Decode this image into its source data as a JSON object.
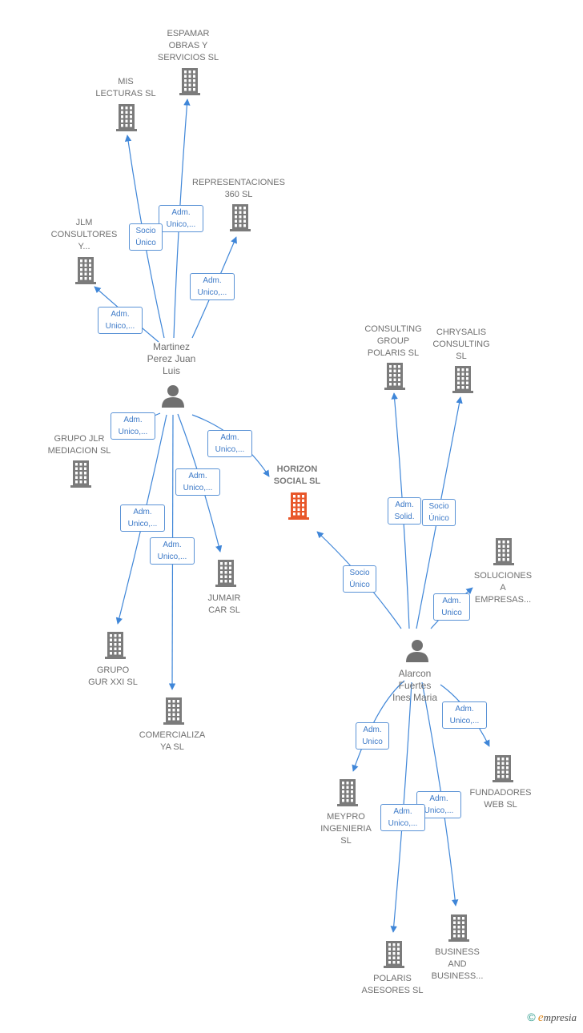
{
  "colors": {
    "edge": "#3f86d8",
    "building": "#7b7b7b",
    "focus": "#e8572a",
    "person": "#707070"
  },
  "nodes": [
    {
      "id": "espamar",
      "type": "company",
      "label": "ESPAMAR\nOBRAS Y\nSERVICIOS  SL"
    },
    {
      "id": "mislecturas",
      "type": "company",
      "label": "MIS\nLECTURAS SL"
    },
    {
      "id": "representaciones",
      "type": "company",
      "label": "REPRESENTACIONES\n360  SL"
    },
    {
      "id": "jlm",
      "type": "company",
      "label": "JLM\nCONSULTORES\nY..."
    },
    {
      "id": "martinez",
      "type": "person",
      "label": "Martinez\nPerez Juan\nLuis"
    },
    {
      "id": "grupojlr",
      "type": "company",
      "label": "GRUPO JLR\nMEDIACION  SL"
    },
    {
      "id": "horizon",
      "type": "focus",
      "label": "HORIZON\nSOCIAL  SL"
    },
    {
      "id": "jumair",
      "type": "company",
      "label": "JUMAIR\nCAR  SL"
    },
    {
      "id": "grupogur",
      "type": "company",
      "label": "GRUPO\nGUR XXI  SL"
    },
    {
      "id": "comercializa",
      "type": "company",
      "label": "COMERCIALIZA\nYA  SL"
    },
    {
      "id": "consulting",
      "type": "company",
      "label": "CONSULTING\nGROUP\nPOLARIS  SL"
    },
    {
      "id": "chrysalis",
      "type": "company",
      "label": "CHRYSALIS\nCONSULTING\nSL"
    },
    {
      "id": "soluciones",
      "type": "company",
      "label": "SOLUCIONES\nA\nEMPRESAS..."
    },
    {
      "id": "alarcon",
      "type": "person",
      "label": "Alarcon\nFuertes\nInes Maria"
    },
    {
      "id": "fundadores",
      "type": "company",
      "label": "FUNDADORES\nWEB  SL"
    },
    {
      "id": "meypro",
      "type": "company",
      "label": "MEYPRO\nINGENIERIA\nSL"
    },
    {
      "id": "business",
      "type": "company",
      "label": "BUSINESS\nAND\nBUSINESS..."
    },
    {
      "id": "polaris",
      "type": "company",
      "label": "POLARIS\nASESORES SL"
    }
  ],
  "edges": [
    {
      "from": "martinez",
      "to": "espamar",
      "label": "Adm.\nUnico,..."
    },
    {
      "from": "martinez",
      "to": "mislecturas",
      "label": "Socio\nÚnico"
    },
    {
      "from": "martinez",
      "to": "representaciones",
      "label": "Adm.\nUnico,..."
    },
    {
      "from": "martinez",
      "to": "jlm",
      "label": "Adm.\nUnico,..."
    },
    {
      "from": "martinez",
      "to": "grupojlr",
      "label": "Adm.\nUnico,..."
    },
    {
      "from": "martinez",
      "to": "horizon",
      "label": "Adm.\nUnico,..."
    },
    {
      "from": "martinez",
      "to": "jumair",
      "label": "Adm.\nUnico,..."
    },
    {
      "from": "martinez",
      "to": "grupogur",
      "label": "Adm.\nUnico,..."
    },
    {
      "from": "martinez",
      "to": "comercializa",
      "label": "Adm.\nUnico,..."
    },
    {
      "from": "alarcon",
      "to": "horizon",
      "label": "Socio\nÚnico"
    },
    {
      "from": "alarcon",
      "to": "consulting",
      "label": "Adm.\nSolid."
    },
    {
      "from": "alarcon",
      "to": "chrysalis",
      "label": "Socio\nÚnico"
    },
    {
      "from": "alarcon",
      "to": "soluciones",
      "label": "Adm.\nUnico"
    },
    {
      "from": "alarcon",
      "to": "fundadores",
      "label": "Adm.\nUnico,..."
    },
    {
      "from": "alarcon",
      "to": "meypro",
      "label": "Adm.\nUnico"
    },
    {
      "from": "alarcon",
      "to": "business",
      "label": "Adm.\nUnico,..."
    },
    {
      "from": "alarcon",
      "to": "polaris",
      "label": "Adm.\nUnico,..."
    }
  ],
  "footer": {
    "copyright": "©",
    "brand_initial": "e",
    "brand_rest": "mpresia"
  }
}
